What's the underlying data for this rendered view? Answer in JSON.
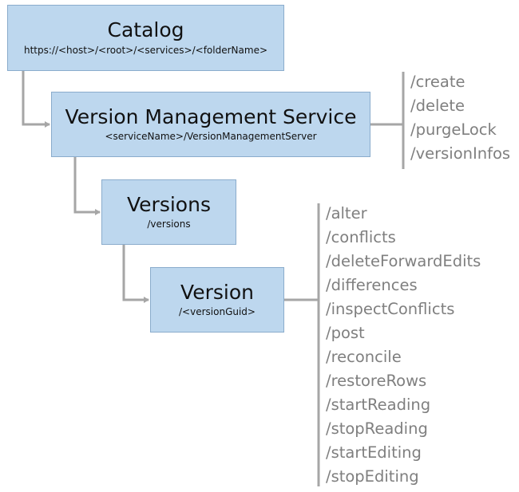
{
  "diagram": {
    "catalog": {
      "title": "Catalog",
      "path": "https://<host>/<root>/<services>/<folderName>"
    },
    "version_management_service": {
      "title": "Version Management Service",
      "path": "<serviceName>/VersionManagementServer",
      "operations": [
        "/create",
        "/delete",
        "/purgeLock",
        "/versionInfos"
      ]
    },
    "versions": {
      "title": "Versions",
      "path": "/versions"
    },
    "version": {
      "title": "Version",
      "path": "/<versionGuid>",
      "operations": [
        "/alter",
        "/conflicts",
        "/deleteForwardEdits",
        "/differences",
        "/inspectConflicts",
        "/post",
        "/reconcile",
        "/restoreRows",
        "/startReading",
        "/stopReading",
        "/startEditing",
        "/stopEditing"
      ]
    },
    "colors": {
      "box_fill": "#bdd7ee",
      "box_border": "#8aaccc",
      "connector": "#a6a6a6",
      "operation_text": "#7f7f7f",
      "box_text": "#111111"
    }
  }
}
